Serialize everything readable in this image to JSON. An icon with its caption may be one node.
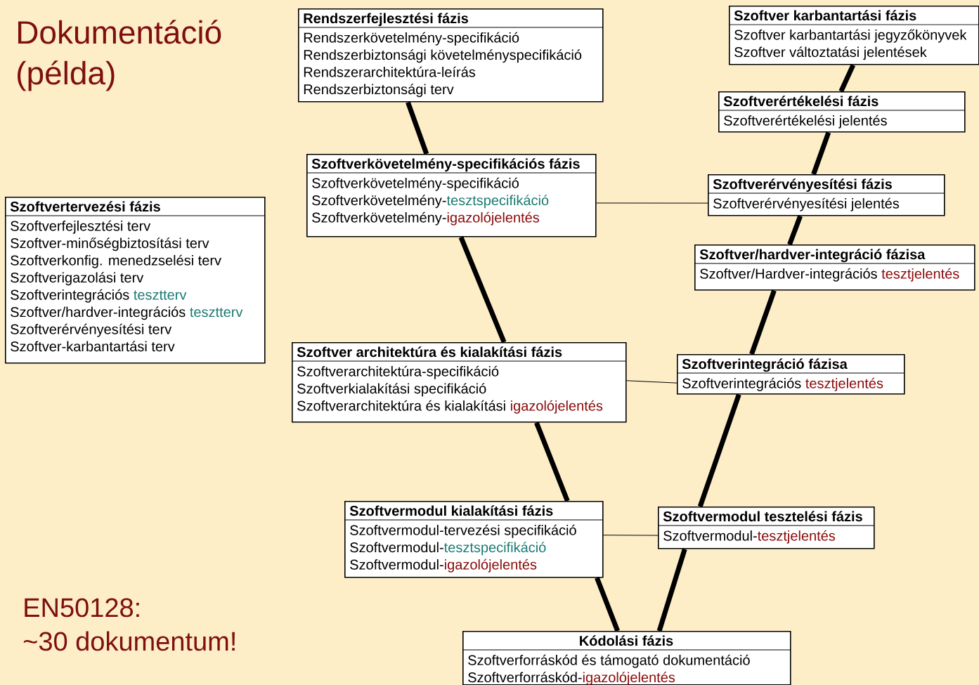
{
  "diagram": {
    "title": "Dokumentáció (példa)",
    "nodes": [
      {
        "text": [
          "Rendszerfejlesztési fázis",
          "Rendszerkövetelmény-specifikáció",
          "Rendszerbiztonsági követelményspecifikáció",
          "Rendszerarchitektúra-leírás",
          "Rendszerbiztonsági terv"
        ]
      },
      {
        "text": [
          "Szoftver karbantartási fázis",
          "Szoftver karbantartási jegyzőkönyvek",
          "Szoftver változtatási jelentések"
        ]
      },
      {
        "text": [
          "Szoftverértékelési fázis",
          "Szoftverértékelési jelentés"
        ]
      },
      {
        "text": [
          "Szoftvertervezési fázis",
          "Szoftverfejlesztési terv",
          "Szoftver-minőségbiztosítási terv",
          "Szoftverkonfig. menedzselési terv",
          "Szoftverigazolási terv",
          "Szoftverintegrációs tesztterv",
          "Szoftver/hardver-integrációs tesztterv",
          "Szoftverérvényesítési terv",
          "Szoftver-karbantartási terv"
        ]
      },
      {
        "text": [
          "Szoftverkövetelmény-specifikációs fázis",
          "Szoftverkövetelmény-specifikáció",
          "Szoftverkövetelmény-tesztspecifikáció",
          "Szoftverkövetelmény-igazolójelentés"
        ]
      },
      {
        "text": [
          "Szoftverérvényesítési fázis",
          "Szoftverérvényesítési jelentés"
        ]
      },
      {
        "text": [
          "Szoftver/hardver-integráció fázisa",
          "Szoftver/Hardver-integrációs tesztjelentés"
        ]
      },
      {
        "text": [
          "Szoftver architektúra és kialakítási fázis",
          "Szoftverarchitektúra-specifikáció",
          "Szoftverkialakítási specifikáció",
          "Szoftverarchitektúra és kialakítási igazolójelentés"
        ]
      },
      {
        "text": [
          "Szoftverintegráció fázisa",
          "Szoftverintegrációs tesztjelentés"
        ]
      },
      {
        "text": [
          "Szoftvermodul kialakítási fázis",
          "Szoftvermodul-tervezési specifikáció",
          "Szoftvermodul-tesztspecifikáció",
          "Szoftvermodul-igazolójelentés"
        ]
      },
      {
        "text": [
          "Szoftvermodul tesztelési fázis",
          "Szoftvermodul-tesztjelentés"
        ]
      },
      {
        "text": [
          "Kódolási fázis",
          "Szoftverforráskód és támogató dokumentáció",
          "Szoftverforráskód-igazolójelentés"
        ]
      }
    ],
    "edges": [
      {
        "from": 0,
        "to": 4,
        "arrow": "none"
      },
      {
        "from": 4,
        "to": 7,
        "arrow": "none"
      },
      {
        "from": 7,
        "to": 9,
        "arrow": "none"
      },
      {
        "from": 9,
        "to": 11,
        "arrow": "none"
      },
      {
        "from": 11,
        "to": 10,
        "arrow": "none"
      },
      {
        "from": 10,
        "to": 8,
        "arrow": "none"
      },
      {
        "from": 8,
        "to": 6,
        "arrow": "none"
      },
      {
        "from": 6,
        "to": 5,
        "arrow": "none"
      },
      {
        "from": 5,
        "to": 2,
        "arrow": "none"
      },
      {
        "from": 2,
        "to": 1,
        "arrow": "none"
      },
      {
        "from": 4,
        "to": 5,
        "arrow": "none"
      },
      {
        "from": 7,
        "to": 8,
        "arrow": "none"
      },
      {
        "from": 9,
        "to": 10,
        "arrow": "none"
      }
    ],
    "labels": [
      "EN50128:",
      "~30 dokumentum!"
    ]
  }
}
